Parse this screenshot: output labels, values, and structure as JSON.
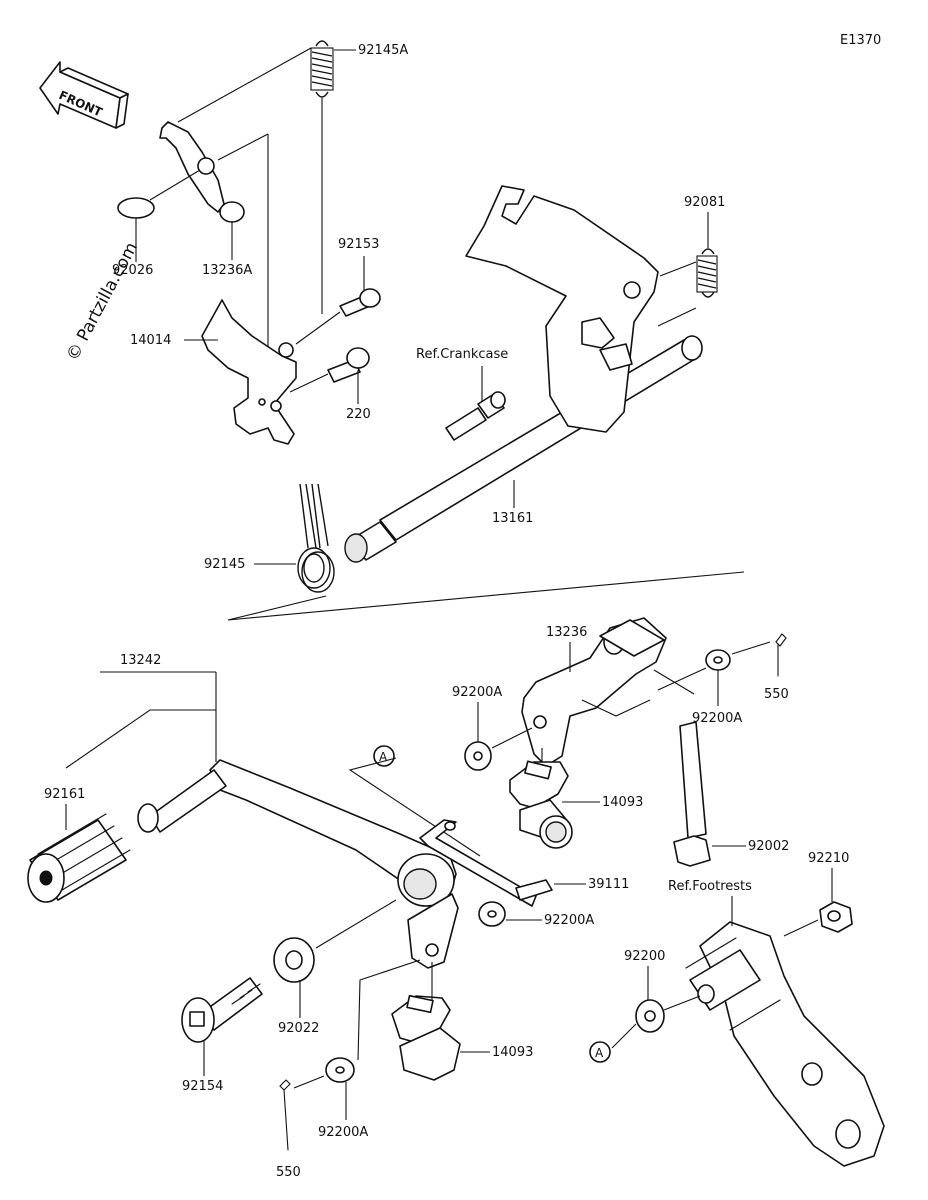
{
  "diagram_code": "E1370",
  "watermark": "© Partzilla.com",
  "front_arrow_label": "FRONT",
  "callouts": {
    "p92145A": "92145A",
    "p92026": "92026",
    "p13236A": "13236A",
    "p92153": "92153",
    "p14014": "14014",
    "p220": "220",
    "p92081": "92081",
    "ref_crankcase": "Ref.Crankcase",
    "p13161": "13161",
    "p92145": "92145",
    "p13236": "13236",
    "p550_top": "550",
    "p92200A_right": "92200A",
    "p92200A_mid": "92200A",
    "p14093_top": "14093",
    "p92002": "92002",
    "p13242": "13242",
    "p92161": "92161",
    "ref_A_top": "A",
    "p39111": "39111",
    "p92200A_lower": "92200A",
    "p92210": "92210",
    "ref_footrests": "Ref.Footrests",
    "p92200": "92200",
    "p92022": "92022",
    "p92154": "92154",
    "p14093_bottom": "14093",
    "ref_A_bottom": "A",
    "p92200A_bottom": "92200A",
    "p550_bottom": "550"
  }
}
